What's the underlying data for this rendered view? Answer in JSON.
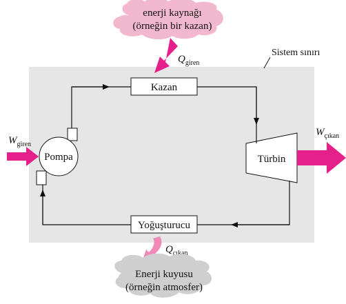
{
  "diagram": {
    "system_boundary_label": "Sistem sınırı",
    "components": {
      "boiler": "Kazan",
      "turbine": "Türbin",
      "condenser": "Yoğuşturucu",
      "pump": "Pompa"
    },
    "energy_source": {
      "line1": "enerji kaynağı",
      "line2": "(örneğin bir kazan)"
    },
    "energy_sink": {
      "line1": "Enerji kuyusu",
      "line2": "(örneğin atmosfer)"
    },
    "heat_in": {
      "symbol": "Q",
      "subscript": "giren"
    },
    "heat_out": {
      "symbol": "Q",
      "subscript": "çıkan"
    },
    "work_in": {
      "symbol": "W",
      "subscript": "giren"
    },
    "work_out": {
      "symbol": "W",
      "subscript": "çıkan"
    }
  },
  "colors": {
    "boundary_fill": "#e6e6e6",
    "source_cloud": "#f2b8cd",
    "sink_cloud": "#cfcfcf",
    "arrow_magenta": "#e6208a",
    "arrow_light": "#ee8ab5"
  }
}
